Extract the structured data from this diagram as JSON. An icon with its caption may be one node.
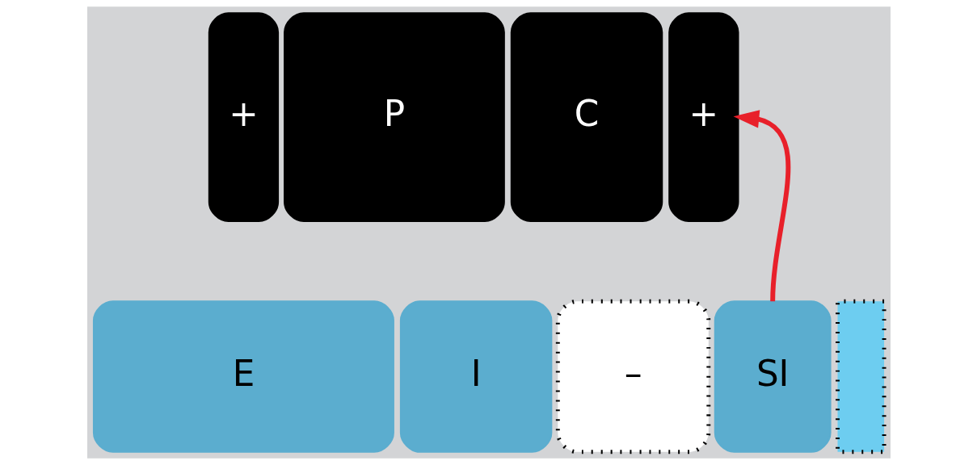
{
  "diagram": {
    "nodes": [
      {
        "text": [
          "+"
        ]
      },
      {
        "text": [
          "P"
        ]
      },
      {
        "text": [
          "C"
        ]
      },
      {
        "text": [
          "+"
        ]
      },
      {
        "text": [
          "E"
        ]
      },
      {
        "text": [
          "I"
        ]
      },
      {
        "text": [
          "–"
        ]
      },
      {
        "text": [
          "SI"
        ]
      },
      {
        "text": [],
        "shape": "box"
      }
    ],
    "edges": [
      {
        "from": 7,
        "to": 3,
        "arrow": "to",
        "color": "#e8202a"
      }
    ]
  }
}
